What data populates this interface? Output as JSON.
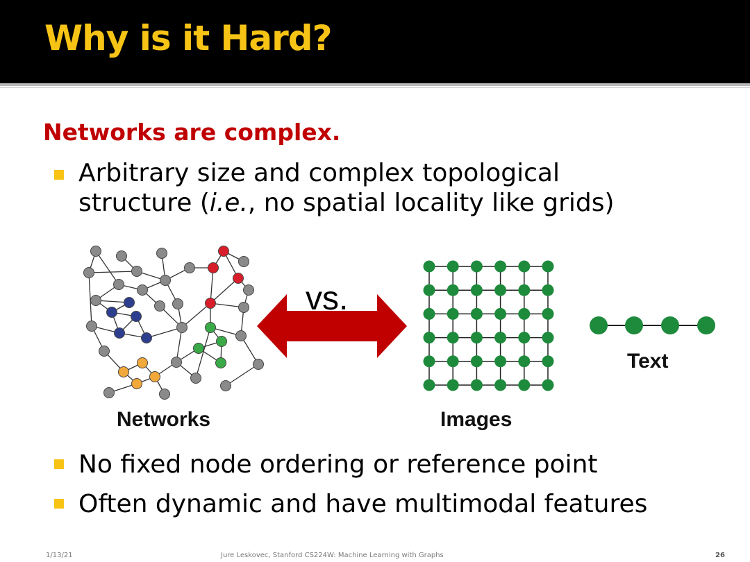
{
  "slide": {
    "title": "Why is it Hard?",
    "subtitle": "Networks are complex.",
    "bullets": {
      "b1_a": "Arbitrary size and complex topological",
      "b1_b_pre": "structure (",
      "b1_b_ital": "i.e.",
      "b1_b_post": ", no spatial locality like grids)",
      "b2": "No fixed node ordering or reference point",
      "b3": "Often dynamic and have multimodal features"
    },
    "figure": {
      "networks_label": "Networks",
      "vs_label": "vs.",
      "images_label": "Images",
      "text_label": "Text"
    },
    "footer": {
      "date": "1/13/21",
      "center": "Jure Leskovec, Stanford CS224W: Machine Learning with Graphs",
      "page": "26"
    },
    "colors": {
      "title": "#f7c416",
      "subtitle": "#c00000",
      "arrow": "#c00000",
      "grid_node": "#1e8a3c",
      "gray_node": "#8a8a8a",
      "red_node": "#d81e2a",
      "blue_node": "#2e3e8f",
      "green_node": "#3aaa48",
      "orange_node": "#f2a93b"
    }
  }
}
